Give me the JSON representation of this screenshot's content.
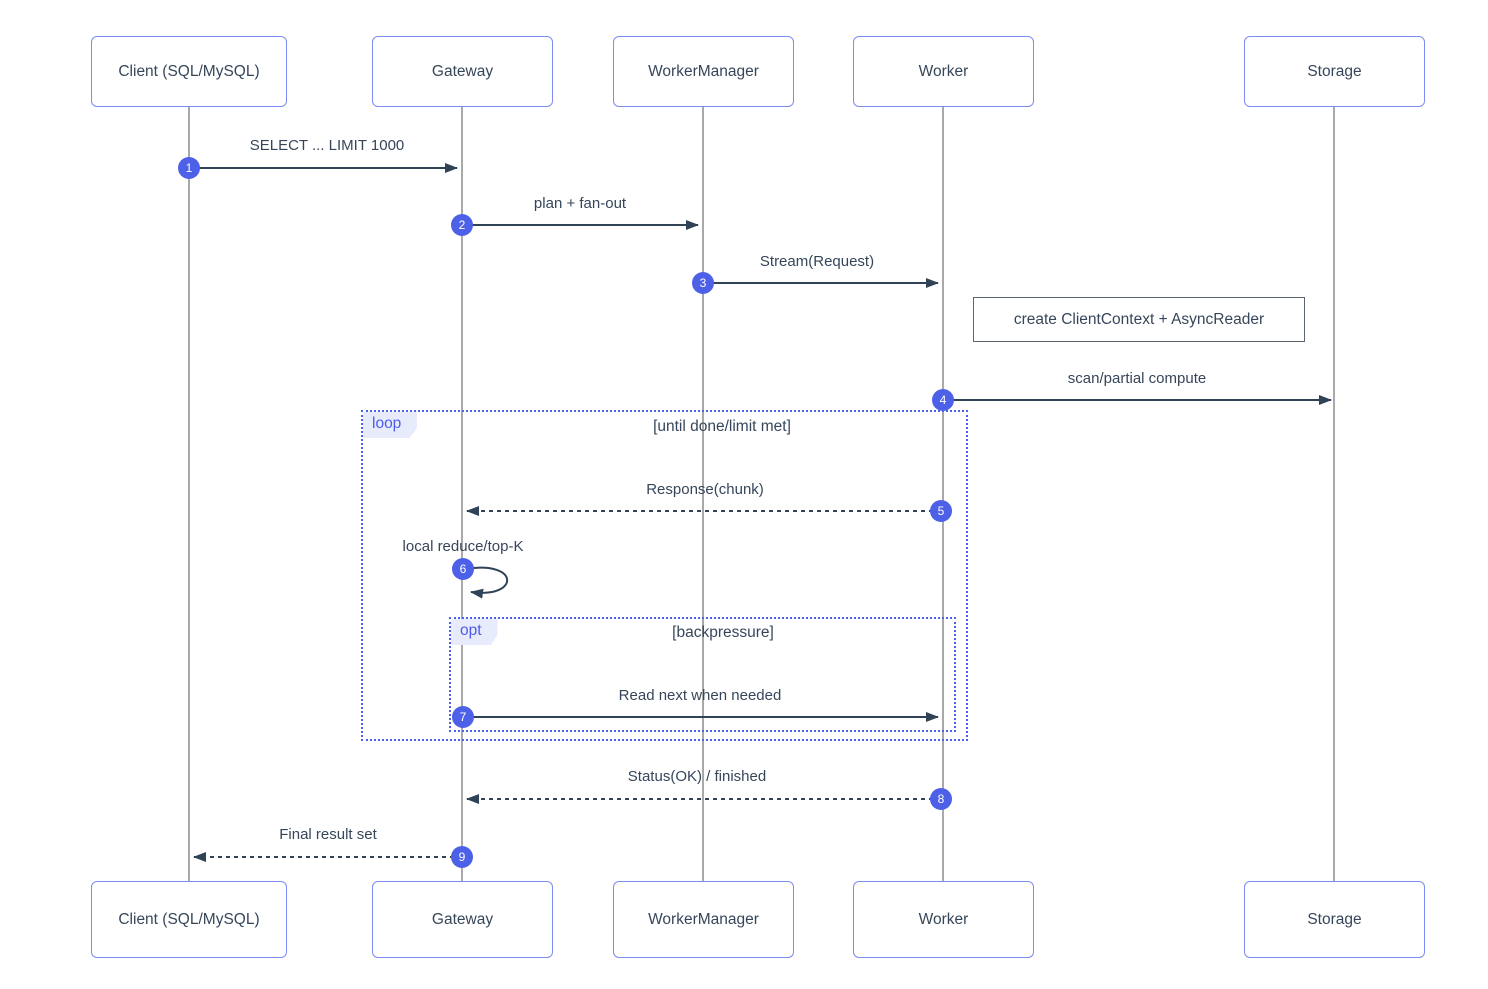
{
  "diagram": {
    "type": "sequence-diagram",
    "actors": [
      {
        "name": "Client (SQL/MySQL)"
      },
      {
        "name": "Gateway"
      },
      {
        "name": "WorkerManager"
      },
      {
        "name": "Worker"
      },
      {
        "name": "Storage"
      }
    ],
    "messages": [
      {
        "num": "1",
        "label": "SELECT ... LIMIT 1000",
        "from": "Client (SQL/MySQL)",
        "to": "Gateway",
        "line": "solid"
      },
      {
        "num": "2",
        "label": "plan + fan-out",
        "from": "Gateway",
        "to": "WorkerManager",
        "line": "solid"
      },
      {
        "num": "3",
        "label": "Stream(Request)",
        "from": "WorkerManager",
        "to": "Worker",
        "line": "solid"
      },
      {
        "num": "4",
        "label": "scan/partial compute",
        "from": "Worker",
        "to": "Storage",
        "line": "solid"
      },
      {
        "num": "5",
        "label": "Response(chunk)",
        "from": "Worker",
        "to": "Gateway",
        "line": "dashed"
      },
      {
        "num": "6",
        "label": "local reduce/top-K",
        "from": "Gateway",
        "to": "Gateway",
        "line": "self"
      },
      {
        "num": "7",
        "label": "Read next when needed",
        "from": "Gateway",
        "to": "Worker",
        "line": "solid"
      },
      {
        "num": "8",
        "label": "Status(OK) / finished",
        "from": "Worker",
        "to": "Gateway",
        "line": "dashed"
      },
      {
        "num": "9",
        "label": "Final result set",
        "from": "Gateway",
        "to": "Client (SQL/MySQL)",
        "line": "dashed"
      }
    ],
    "note": {
      "text": "create ClientContext + AsyncReader"
    },
    "frames": [
      {
        "label": "loop",
        "guard": "[until done/limit met]"
      },
      {
        "label": "opt",
        "guard": "[backpressure]"
      }
    ],
    "colors": {
      "actor_border": "#7d8bf4",
      "actor_text": "#36465a",
      "lifeline": "#a9a9a9",
      "arrow": "#2f4256",
      "badge_bg": "#4c61e8",
      "badge_text": "#ffffff",
      "frame_border": "#4c62ee",
      "frame_label_bg": "#e8ebfc",
      "frame_label_text": "#4c5de8",
      "note_border": "#5b6470"
    }
  }
}
